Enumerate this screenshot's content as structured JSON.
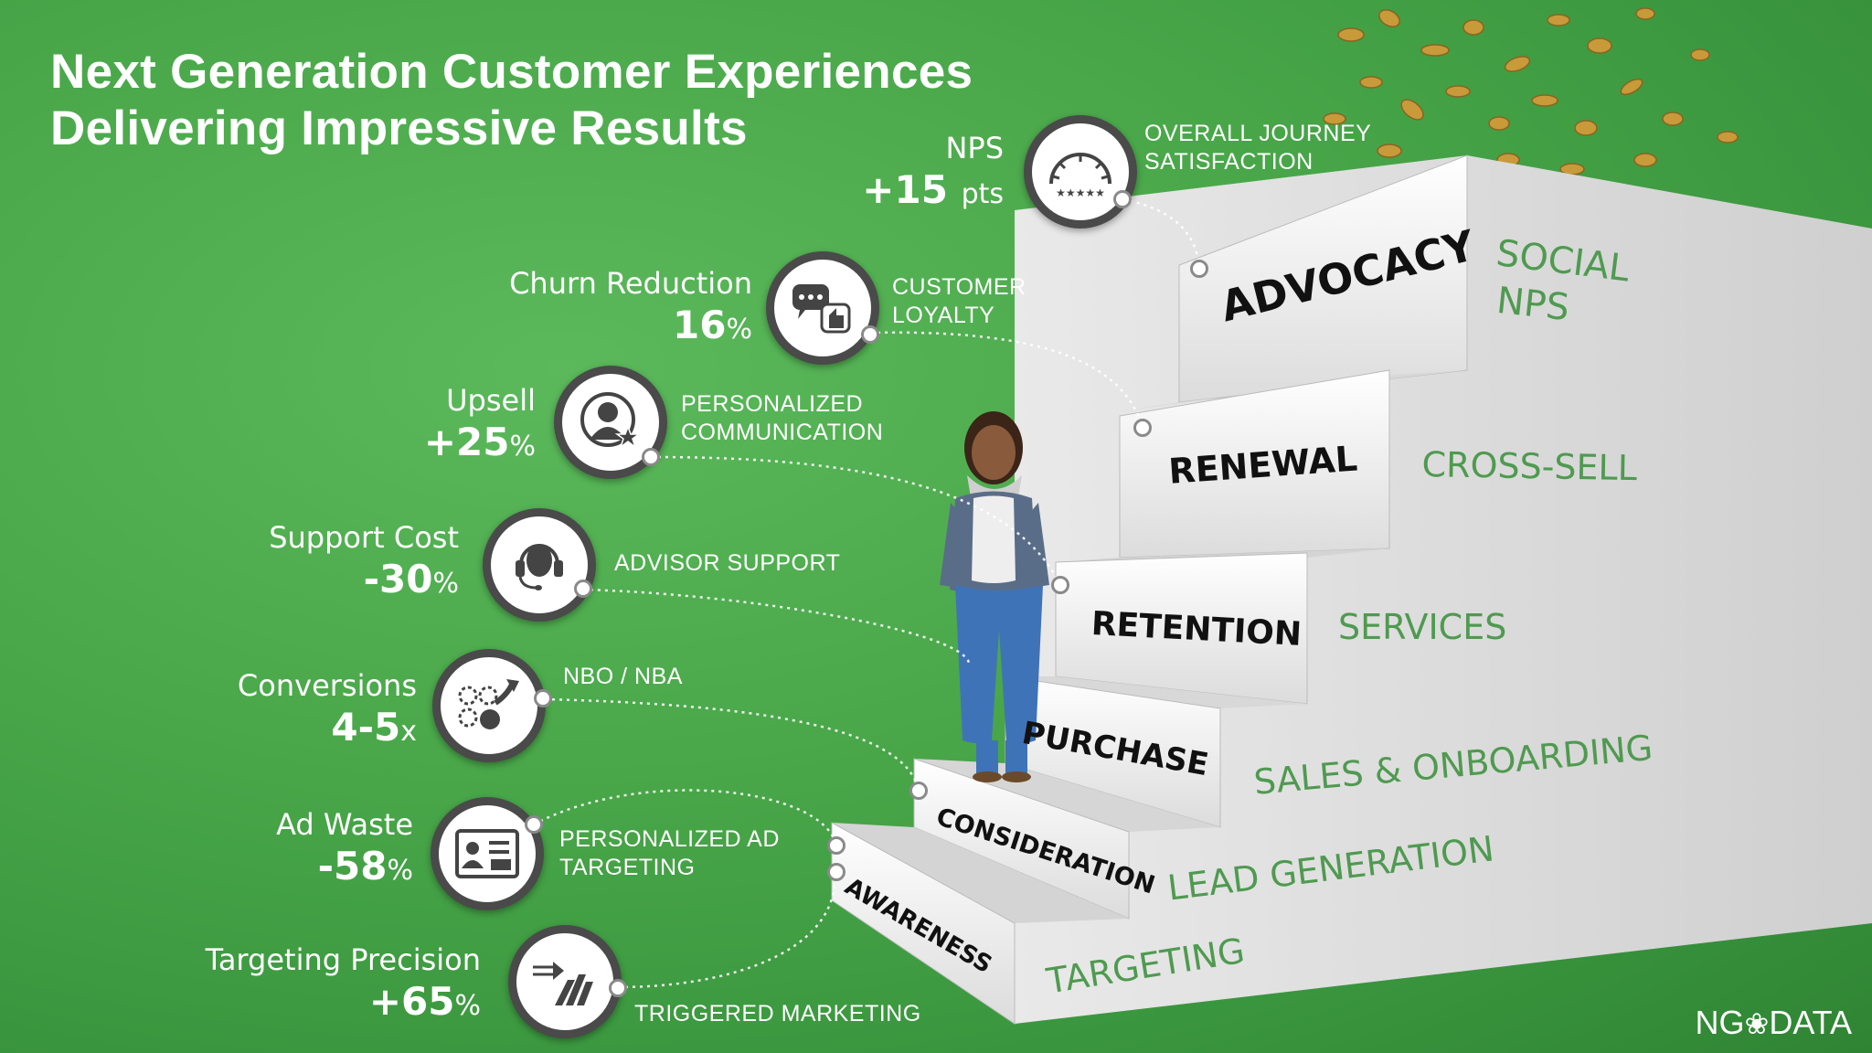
{
  "title": {
    "line1": "Next Generation Customer Experiences",
    "line2": "Delivering Impressive Results"
  },
  "metrics": [
    {
      "name": "NPS",
      "value": "+15",
      "unit": "pts",
      "caption_l1": "OVERALL JOURNEY",
      "caption_l2": "SATISFACTION",
      "icon": "gauge-stars-icon"
    },
    {
      "name": "Churn Reduction",
      "value": "16",
      "unit": "%",
      "caption_l1": "CUSTOMER",
      "caption_l2": "LOYALTY",
      "icon": "chat-thumbs-up-icon"
    },
    {
      "name": "Upsell",
      "value": "+25",
      "unit": "%",
      "caption_l1": "PERSONALIZED",
      "caption_l2": "COMMUNICATION",
      "icon": "person-star-icon"
    },
    {
      "name": "Support Cost",
      "value": "-30",
      "unit": "%",
      "caption_l1": "ADVISOR SUPPORT",
      "caption_l2": "",
      "icon": "headset-icon"
    },
    {
      "name": "Conversions",
      "value": "4-5",
      "unit": "x",
      "caption_l1": "NBO  /  NBA",
      "caption_l2": "",
      "icon": "gears-arrow-icon"
    },
    {
      "name": "Ad Waste",
      "value": "-58",
      "unit": "%",
      "caption_l1": "PERSONALIZED AD",
      "caption_l2": "TARGETING",
      "icon": "id-card-icon"
    },
    {
      "name": "Targeting Precision",
      "value": "+65",
      "unit": "%",
      "caption_l1": "TRIGGERED MARKETING",
      "caption_l2": "",
      "icon": "arrows-dominoes-icon"
    }
  ],
  "steps": [
    "ADVOCACY",
    "RENEWAL",
    "RETENTION",
    "PURCHASE",
    "CONSIDERATION",
    "AWARENESS"
  ],
  "benefits": {
    "social": "SOCIAL",
    "nps": "NPS",
    "cross_sell": "CROSS-SELL",
    "services": "SERVICES",
    "sales_onboarding": "SALES & ONBOARDING",
    "lead_generation": "LEAD GENERATION",
    "targeting": "TARGETING"
  },
  "logo": {
    "left": "NG",
    "right": "DATA",
    "mark": "flower-logo-icon"
  },
  "colors": {
    "background": "#4aa84a",
    "icon_ring": "#4a4a4a",
    "benefit_text": "#4f9a50"
  }
}
